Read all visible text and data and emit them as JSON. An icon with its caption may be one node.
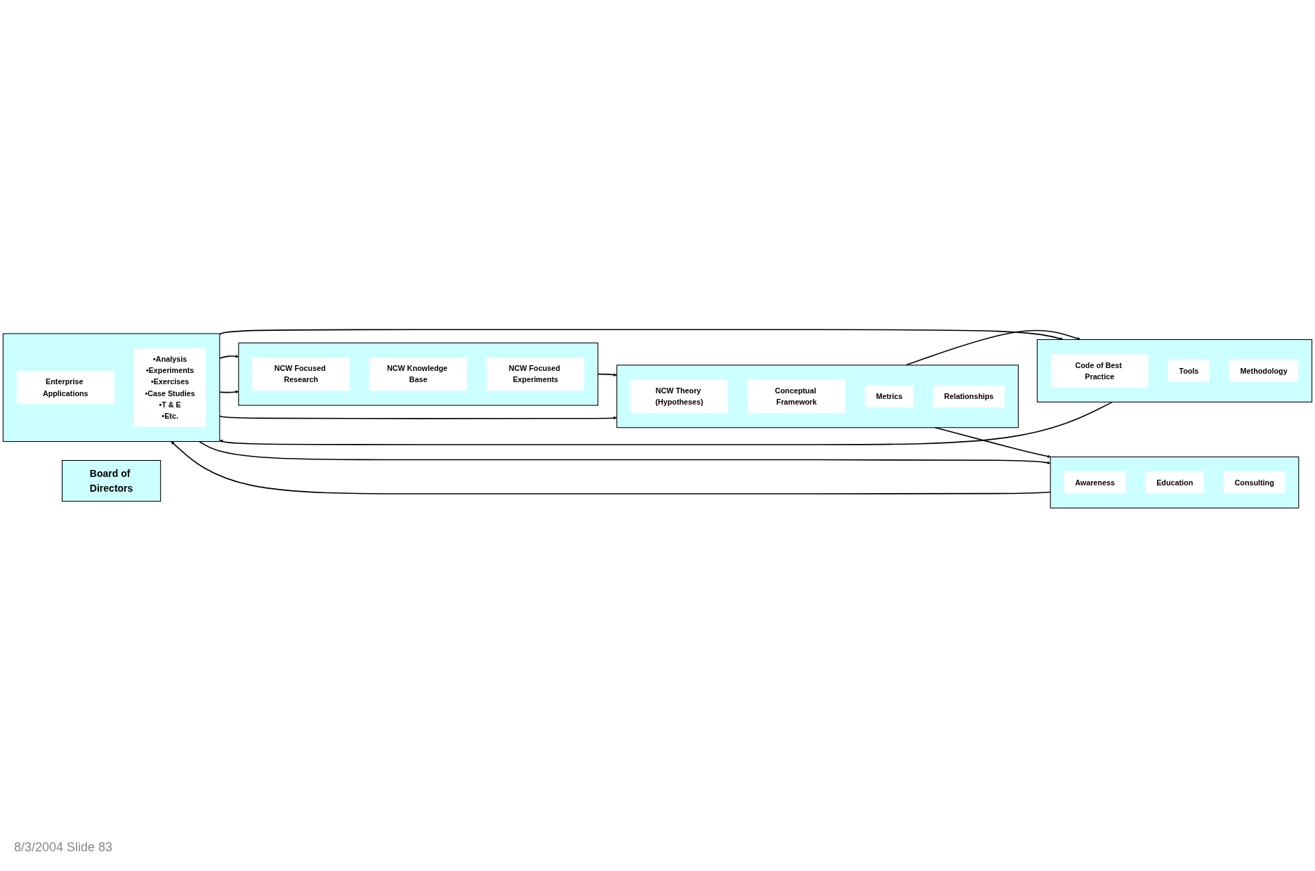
{
  "diagram": {
    "nodes": [
      {
        "text": [
          "Board of Directors"
        ]
      },
      {
        "text": [],
        "shape": "box"
      },
      {
        "text": [
          "NCW Focused Research"
        ],
        "in": 1
      },
      {
        "text": [
          "NCW Knowledge Base"
        ],
        "in": 1
      },
      {
        "text": [
          "NCW Focused Experiments"
        ],
        "in": 1
      },
      {
        "text": [],
        "shape": "box"
      },
      {
        "text": [
          "Code of Best Practice"
        ],
        "in": 5
      },
      {
        "text": [
          "Tools"
        ],
        "in": 5
      },
      {
        "text": [
          "Methodology"
        ],
        "in": 5
      },
      {
        "text": [],
        "shape": "box"
      },
      {
        "text": [
          "NCW Theory (Hypotheses)"
        ],
        "in": 9
      },
      {
        "text": [
          "Conceptual Framework"
        ],
        "in": 9
      },
      {
        "text": [
          "Metrics"
        ],
        "in": 9
      },
      {
        "text": [
          "Relationships"
        ],
        "in": 9
      },
      {
        "text": [],
        "shape": "box"
      },
      {
        "text": [
          "Awareness"
        ],
        "in": 14
      },
      {
        "text": [
          "Education"
        ],
        "in": 14
      },
      {
        "text": [
          "Consulting"
        ],
        "in": 14
      },
      {
        "text": [],
        "shape": "box"
      },
      {
        "text": [
          "Enterprise Applications"
        ],
        "in": 18
      },
      {
        "text": [
          "•Analysis",
          "•Experiments",
          "•Exercises",
          "•Case Studies",
          "•T & E",
          "•Etc."
        ],
        "in": 18
      }
    ],
    "edges": [
      {
        "from": 1,
        "to": 9,
        "arrow": "to"
      },
      {
        "from": 9,
        "to": 5,
        "arrow": "to"
      },
      {
        "from": 9,
        "to": 14,
        "arrow": "to"
      },
      {
        "from": 5,
        "to": 18,
        "arrow": "to"
      },
      {
        "from": 14,
        "to": 18,
        "arrow": "to"
      },
      {
        "from": 18,
        "to": 5,
        "arrow": "to"
      },
      {
        "from": 18,
        "to": 9,
        "arrow": "to"
      },
      {
        "from": 18,
        "to": 14,
        "arrow": "to"
      },
      {
        "from": 18,
        "to": 1,
        "arrow": "to"
      },
      {
        "from": 18,
        "to": 1,
        "arrow": "to"
      }
    ],
    "labels": [
      "8/3/2004 Slide 83"
    ]
  }
}
